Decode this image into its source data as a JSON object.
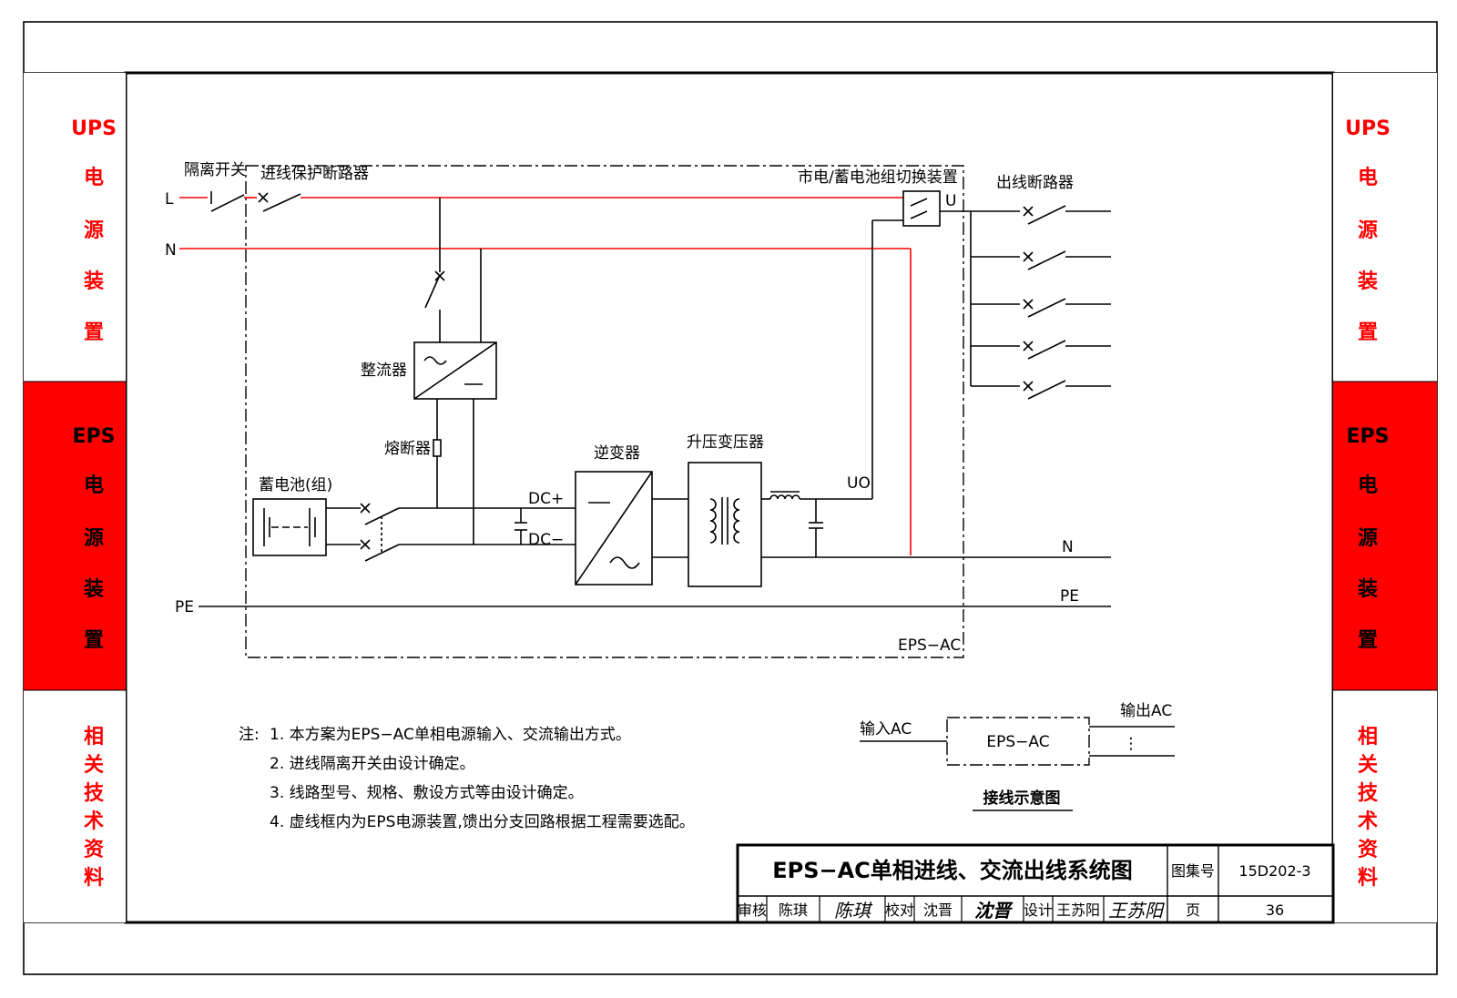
{
  "colors": {
    "accent": "#ff0000",
    "ink": "#000000",
    "paper": "#ffffff"
  },
  "sidebar": {
    "ups": {
      "title": "UPS",
      "chars": [
        "电",
        "源",
        "装",
        "置"
      ]
    },
    "eps": {
      "title": "EPS",
      "chars": [
        "电",
        "源",
        "装",
        "置"
      ],
      "active": true
    },
    "related": {
      "chars": [
        "相",
        "关",
        "技",
        "术",
        "资",
        "料"
      ]
    }
  },
  "diagram": {
    "labels": {
      "isolating_switch": "隔离开关",
      "incoming_breaker": "进线保护断路器",
      "transfer_device": "市电/蓄电池组切换装置",
      "outgoing_breakers": "出线断路器",
      "line_l": "L",
      "line_n": "N",
      "terminal_u": "U",
      "terminal_uo": "UO",
      "rectifier": "整流器",
      "fuse": "熔断器",
      "battery": "蓄电池(组)",
      "dc_plus": "DC+",
      "dc_minus": "DC−",
      "inverter": "逆变器",
      "transformer": "升压变压器",
      "output_n": "N",
      "pe_left": "PE",
      "pe_right": "PE",
      "box_label": "EPS−AC"
    },
    "legend": {
      "input": "输入AC",
      "output": "输出AC",
      "box": "EPS−AC",
      "dots": "⋮",
      "caption": "接线示意图"
    }
  },
  "notes": {
    "prefix": "注:",
    "items": [
      "1. 本方案为EPS−AC单相电源输入、交流输出方式。",
      "2. 进线隔离开关由设计确定。",
      "3. 线路型号、规格、敷设方式等由设计确定。",
      "4. 虚线框内为EPS电源装置,馈出分支回路根据工程需要选配。"
    ]
  },
  "title_block": {
    "title": "EPS−AC单相进线、交流出线系统图",
    "atlas_label": "图集号",
    "atlas_no": "15D202-3",
    "review_label": "审核",
    "reviewer": "陈琪",
    "reviewer_sig": "陈琪",
    "check_label": "校对",
    "checker": "沈晋",
    "checker_sig": "沈晋",
    "design_label": "设计",
    "designer": "王苏阳",
    "designer_sig": "王苏阳",
    "page_label": "页",
    "page_no": "36"
  }
}
